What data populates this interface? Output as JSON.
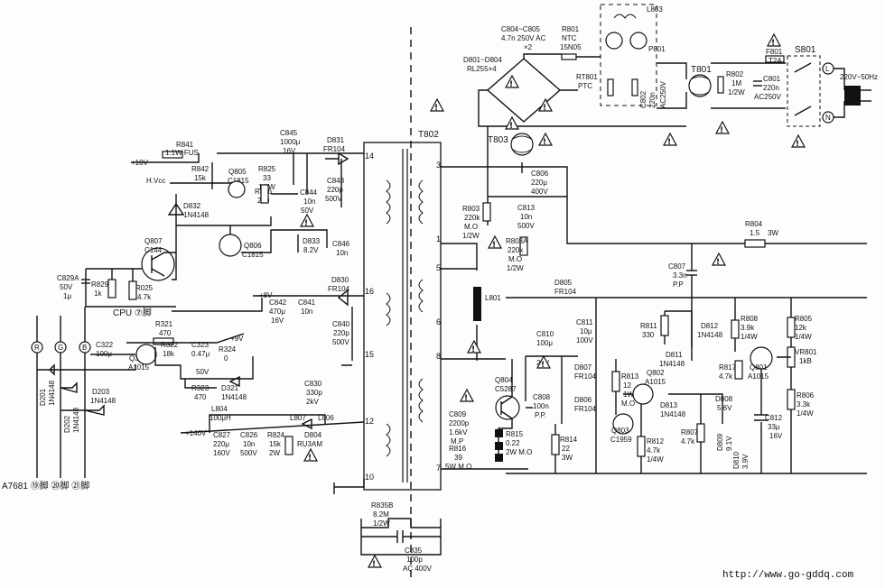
{
  "texts": {
    "c804_805": "C804~C805",
    "c804_805_val": "4.7n 250V AC",
    "c804_805_x": "×2",
    "r801": "R801",
    "r801_type": "NTC",
    "r801_val": "15N05",
    "l803": "L803",
    "p801": "P801",
    "d801_804": "D801~D804",
    "d801_804_val": "RL255×4",
    "rt801": "RT801",
    "rt801_type": "PTC",
    "c802": "C802",
    "c802_val": "220n",
    "c802_v": "AC250V",
    "t801": "T801",
    "r802": "R802",
    "r802_val": "1M",
    "r802_w": "1/2W",
    "c801": "C801",
    "c801_val": "220n",
    "c801_v": "AC250V",
    "f801": "F801",
    "f801_val": "T2A",
    "s801": "S801",
    "mains": "220V~50Hz",
    "l_term": "L",
    "n_term": "N",
    "t803": "T803",
    "c806": "C806",
    "c806_val": "220μ",
    "c806_v": "400V",
    "t802": "T802",
    "r803": "R803",
    "r803_val": "220k",
    "r803_t": "M.O",
    "r803_w": "1/2W",
    "c813": "C813",
    "c813_val": "10n",
    "c813_v": "500V",
    "r803a": "R803A",
    "r803a_val": "220k",
    "r803a_t": "M.O",
    "r803a_w": "1/2W",
    "r804": "R804",
    "r804_val": "1.5",
    "r804_w": "3W",
    "c807": "C807",
    "c807_val": "3.3n",
    "c807_t": "P.P",
    "r841": "R841",
    "r841_val": "1.1W FUS",
    "v10": "+10V",
    "c845": "C845",
    "c845_val": "1000μ",
    "c845_v": "16V",
    "d831": "D831",
    "d831_val": "FR104",
    "r842": "R842",
    "r842_val": "15k",
    "q805": "Q805",
    "q805_val": "C1815",
    "r825": "R825",
    "r825_val": "33",
    "r825_w": "1/4W",
    "hvcc": "H.Vcc",
    "c844": "C844",
    "c844_val": "10n",
    "c844_v": "50V",
    "c843": "C843",
    "c843_val": "220p",
    "c843_v": "500V",
    "r826": "R826",
    "r826_val": "220",
    "d832": "D832",
    "d832_val": "1N4148",
    "q807": "Q807",
    "q807_val": "C144",
    "q806": "Q806",
    "q806_val": "C1815",
    "d833": "D833",
    "d833_val": "8.2V",
    "c846": "C846",
    "c846_val": "10n",
    "c829a": "C829A",
    "c829a_v": "50V",
    "c829a_val": "1μ",
    "r829": "R829",
    "r829_val": "1k",
    "r025": "R025",
    "r025_val": "4.7k",
    "d830": "D830",
    "d830_val": "FR104",
    "v8": "+8V",
    "c842": "C842",
    "c842_val": "470μ",
    "c842_v": "16V",
    "c841": "C841",
    "c841_val": "10n",
    "c840": "C840",
    "c840_val": "220p",
    "c840_v": "500V",
    "cpu7": "CPU ⑦脚",
    "r321": "R321",
    "r321_val": "470",
    "v9": "+9V",
    "c322": "C322",
    "c322_val": "100μ",
    "q304": "Q304",
    "q304_val": "A1015",
    "r322": "R322",
    "r322_val": "18k",
    "c323": "C323",
    "c323_val": "0.47μ",
    "c323_v": "50V",
    "r324": "R324",
    "r324_val": "0",
    "r323": "R323",
    "r323_val": "470",
    "d321": "D321",
    "d321_val": "1N4148",
    "d201": "D201",
    "d201_val": "1N4148",
    "d202": "D202",
    "d202_val": "1N4148",
    "d203": "D203",
    "d203_val": "1N4148",
    "rgb_r": "R",
    "rgb_g": "G",
    "rgb_b": "B",
    "ic_pins": "A7681 ⑲脚 ⑳脚 ㉑脚",
    "c830": "C830",
    "c830_val": "330p",
    "c830_v": "2kV",
    "l804": "L804",
    "l804_val": "100μH",
    "v140": "+140V",
    "l807": "L807",
    "l806": "L806",
    "c827": "C827",
    "c827_val": "220μ",
    "c827_v": "160V",
    "c826": "C826",
    "c826_val": "10n",
    "c826_v": "500V",
    "r824": "R824",
    "r824_val": "15k",
    "r824_w": "2W",
    "d804": "D804",
    "d804_val": "RU3AM",
    "r835b": "R835B",
    "r835b_val": "8.2M",
    "r835b_w": "1/2W",
    "c835": "C835",
    "c835_val": "100p",
    "c835_v": "AC 400V",
    "l801": "L801",
    "d805": "D805",
    "d805_val": "FR104",
    "c811": "C811",
    "c811_val": "10μ",
    "c811_v": "100V",
    "c810": "C810",
    "c810_val": "100μ",
    "c810_v": "25V",
    "r811": "R811",
    "r811_val": "330",
    "d811": "D811",
    "d811_val": "1N4148",
    "d812": "D812",
    "d812_val": "1N4148",
    "r808": "R808",
    "r808_val": "3.9k",
    "r808_w": "1/4W",
    "r805": "R805",
    "r805_val": "12k",
    "r805_w": "1/4W",
    "vr801": "VR801",
    "vr801_val": "1kB",
    "q804": "Q804",
    "q804_val": "C5287",
    "d807": "D807",
    "d807_val": "FR104",
    "d806": "D806",
    "d806_val": "FR104",
    "c808": "C808",
    "c808_val": "100n",
    "c808_t": "P.P.",
    "r813": "R813",
    "r813_val": "12",
    "r813_w": "1W",
    "r813_t": "M.O",
    "q802": "Q802",
    "q802_val": "A1015",
    "d813": "D813",
    "d813_val": "1N4148",
    "r817": "R817",
    "r817_val": "4.7k",
    "q801": "Q801",
    "q801_val": "A1015",
    "d808": "D808",
    "d808_val": "5.6V",
    "c812": "C812",
    "c812_val": "33μ",
    "c812_v": "16V",
    "r806": "R806",
    "r806_val": "3.3k",
    "r806_w": "1/4W",
    "c809": "C809",
    "c809_val": "2200p",
    "c809_v": "1.6kV",
    "c809_t": "M.P",
    "r816": "R816",
    "r816_val": "39",
    "r816_w": "5W M.O",
    "r815": "R815",
    "r815_val": "0.22",
    "r815_w": "2W M.O",
    "r814": "R814",
    "r814_val": "22",
    "r814_w": "3W",
    "q803": "Q803",
    "q803_val": "C1959",
    "r812": "R812",
    "r812_val": "4.7k",
    "r812_w": "1/4W",
    "r807": "R807",
    "r807_val": "4.7k",
    "d809": "D809",
    "d809_val": "9.1V",
    "d810": "D810",
    "d810_val": "3.9V",
    "pin14": "14",
    "pin16": "16",
    "pin15": "15",
    "pin12": "12",
    "pin10": "10",
    "pin3": "3",
    "pin1": "1",
    "pin5": "5",
    "pin6": "6",
    "pin8": "8",
    "pin7": "7",
    "url": "http://www.go-gddq.com"
  }
}
